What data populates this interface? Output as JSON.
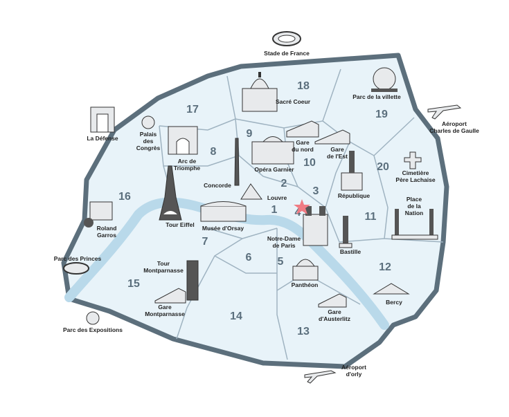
{
  "colors": {
    "district_fill": "#e8f3f9",
    "district_border": "#9fb3c1",
    "outer_wall": "#5c6f7c",
    "river": "#b9d9ea",
    "arrondissement_number": "#5b6f7d",
    "marker_star": "#f07b83"
  },
  "arrondissements": [
    "1",
    "2",
    "3",
    "4",
    "5",
    "6",
    "7",
    "8",
    "9",
    "10",
    "11",
    "12",
    "13",
    "14",
    "15",
    "16",
    "17",
    "18",
    "19",
    "20"
  ],
  "landmarks": {
    "stade_de_france": "Stade de France",
    "sacre_coeur": "Sacré Coeur",
    "parc_villette": "Parc de la villette",
    "cdg": [
      "Aéroport",
      "Charles de Gaulle"
    ],
    "la_defense": "La Défense",
    "palais_congres": [
      "Palais",
      "des",
      "Congrès"
    ],
    "arc": [
      "Arc de",
      "Triomphe"
    ],
    "opera": "Opéra Garnier",
    "gare_nord": [
      "Gare",
      "du nord"
    ],
    "gare_est": [
      "Gare",
      "de l'Est"
    ],
    "cimetiere": [
      "Cimetière",
      "Père Lachaise"
    ],
    "concorde": "Concorde",
    "louvre": "Louvre",
    "republique": "République",
    "nation": [
      "Place",
      "de la",
      "Nation"
    ],
    "tour_eiffel": "Tour Eiffel",
    "orsay": "Musée d'Orsay",
    "notre_dame": [
      "Notre-Dame",
      "de Paris"
    ],
    "bastille": "Bastille",
    "roland_garros": [
      "Roland",
      "Garros"
    ],
    "parc_princes": "Parc des Princes",
    "tour_montparnasse": [
      "Tour",
      "Montparnasse"
    ],
    "gare_montparnasse": [
      "Gare",
      "Montparnasse"
    ],
    "pantheon": "Panthéon",
    "gare_austerlitz": [
      "Gare",
      "d'Austerlitz"
    ],
    "bercy": "Bercy",
    "parc_expositions": "Parc des Expositions",
    "orly": [
      "Aéroport",
      "d'orly"
    ]
  }
}
